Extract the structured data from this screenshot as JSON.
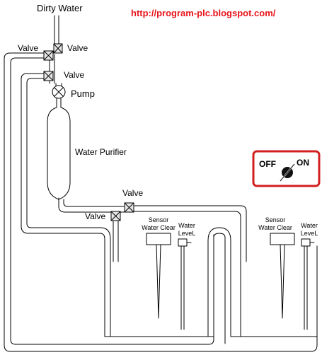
{
  "header": {
    "url": "http://program-plc.blogspot.com/"
  },
  "labels": {
    "dirty_water": "Dirty Water",
    "valve_left": "Valve",
    "valve_right": "Valve",
    "valve_mid": "Valve",
    "pump": "Pump",
    "water_purifier": "Water Purifier",
    "valve_low_top": "Valve",
    "valve_low_left": "Valve",
    "sensor1_line1": "Sensor",
    "sensor1_line2": "Water Clear",
    "level1_line1": "Water",
    "level1_line2": "LeveL",
    "sensor2_line1": "Sensor",
    "sensor2_line2": "Water Clear",
    "level2_line1": "Water",
    "level2_line2": "LeveL"
  },
  "switch": {
    "off_label": "OFF",
    "on_label": "ON",
    "state": "OFF",
    "frame_color": "#d21f1f"
  },
  "colors": {
    "url": "#e8141b",
    "line": "#000000"
  }
}
